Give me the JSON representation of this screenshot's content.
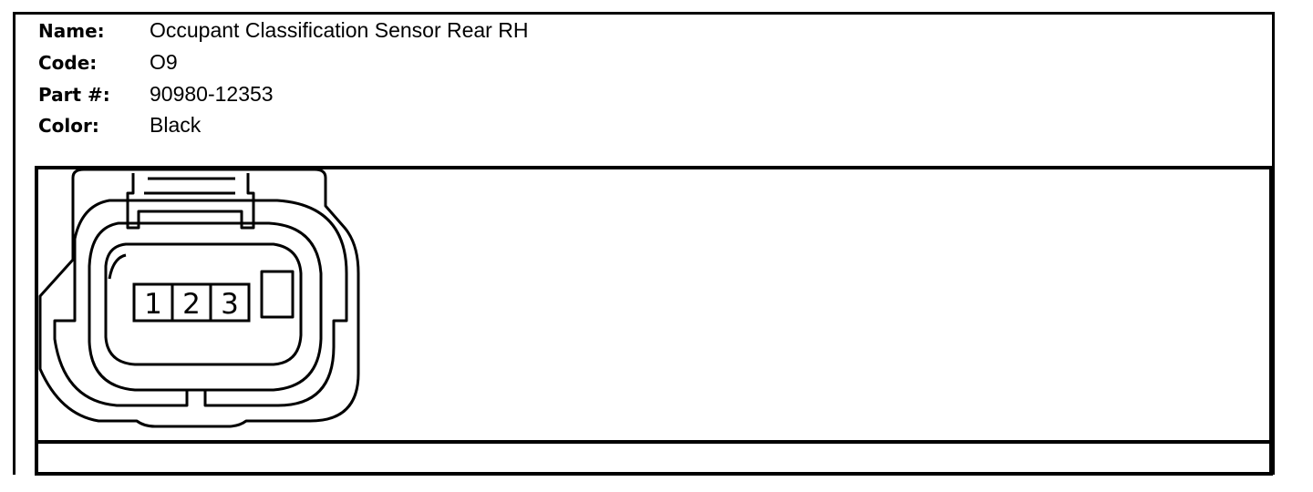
{
  "connector": {
    "name_label": "Name:",
    "name_value": "Occupant Classification Sensor Rear RH",
    "code_label": "Code:",
    "code_value": "O9",
    "part_label": "Part #:",
    "part_value": "90980-12353",
    "color_label": "Color:",
    "color_value": "Black"
  },
  "pins": [
    "1",
    "2",
    "3"
  ]
}
